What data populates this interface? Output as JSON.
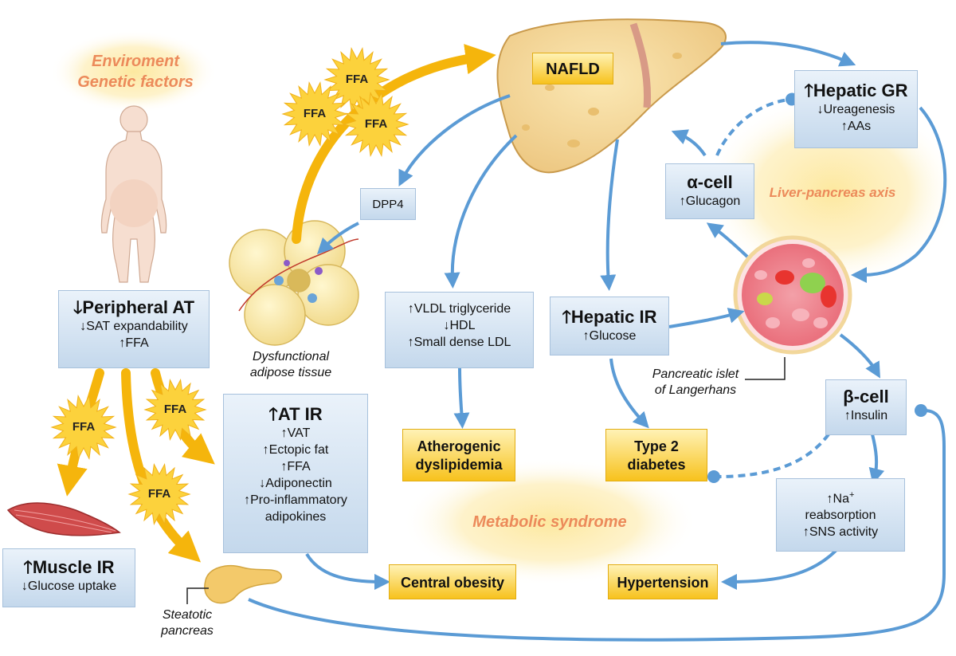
{
  "colors": {
    "arrow_blue": "#5b9bd5",
    "arrow_gold": "#f5b50c",
    "accent_orange": "#ec8a5a",
    "box_blue": "#c4d8ec",
    "box_gold": "#f7c21d"
  },
  "environment": {
    "line1": "Enviroment",
    "line2": "Genetic factors"
  },
  "nafld": "NAFLD",
  "peripheral_at": {
    "title": "Peripheral AT",
    "lines": [
      "SAT expandability",
      "FFA"
    ]
  },
  "muscle_ir": {
    "title": "Muscle IR",
    "lines": [
      "Glucose uptake"
    ]
  },
  "at_ir": {
    "title": "AT IR",
    "lines": [
      "VAT",
      "Ectopic fat",
      "FFA",
      "Adiponectin",
      "Pro-inflammatory",
      "adipokines"
    ]
  },
  "dpp4": "DPP4",
  "lipids": {
    "lines": [
      "VLDL triglyceride",
      "HDL",
      "Small dense LDL"
    ]
  },
  "hepatic_ir": {
    "title": "Hepatic IR",
    "lines": [
      "Glucose"
    ]
  },
  "hepatic_gr": {
    "title": "Hepatic GR",
    "lines": [
      "Ureagenesis",
      "AAs"
    ]
  },
  "alpha_cell": {
    "title": "α-cell",
    "lines": [
      "Glucagon"
    ]
  },
  "beta_cell": {
    "title": "β-cell",
    "lines": [
      "Insulin"
    ]
  },
  "na_box": {
    "line1": "Na",
    "sup": "+",
    "line2": "reabsorption",
    "line3": "SNS activity"
  },
  "outcomes": {
    "atherogenic": [
      "Atherogenic",
      "dyslipidemia"
    ],
    "t2d": [
      "Type 2",
      "diabetes"
    ],
    "central_obesity": "Central obesity",
    "hypertension": "Hypertension"
  },
  "axes": {
    "liver_pancreas": "Liver-pancreas axis",
    "metabolic_syndrome": "Metabolic syndrome"
  },
  "captions": {
    "adipose": [
      "Dysfunctional",
      "adipose tissue"
    ],
    "islet": [
      "Pancreatic islet",
      "of Langerhans"
    ],
    "pancreas": [
      "Steatotic",
      "pancreas"
    ]
  },
  "ffa_label": "FFA",
  "symbols": {
    "up": "↑",
    "down": "↓",
    "up_bold": "🡑",
    "down_bold": "🡓"
  }
}
